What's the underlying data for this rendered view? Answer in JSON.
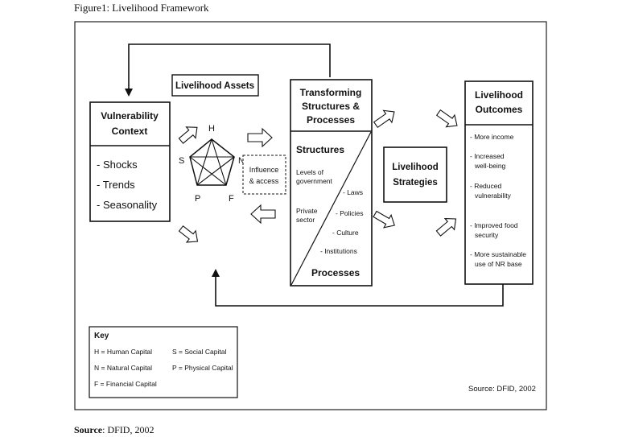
{
  "figure_title": "Figure1: Livelihood Framework",
  "source_caption": {
    "label": "Source",
    "text": ": DFID, 2002"
  },
  "vulnerability": {
    "title_lines": [
      "Vulnerability",
      "Context"
    ],
    "items": [
      "- Shocks",
      "- Trends",
      "- Seasonality"
    ]
  },
  "assets": {
    "title": "Livelihood Assets",
    "labels": {
      "h": "H",
      "n": "N",
      "f": "F",
      "p": "P",
      "s": "S"
    },
    "influence_lines": [
      "Influence",
      "& access"
    ]
  },
  "transforming": {
    "title_lines": [
      "Transforming",
      "Structures &",
      "Processes"
    ],
    "structures_label": "Structures",
    "left_items": [
      [
        "Levels of",
        "government"
      ],
      [
        "Private",
        "sector"
      ]
    ],
    "right_items": [
      "- Laws",
      "- Policies",
      "- Culture",
      "- Institutions"
    ],
    "processes_label": "Processes"
  },
  "strategies": {
    "title_lines": [
      "Livelihood",
      "Strategies"
    ]
  },
  "outcomes": {
    "title_lines": [
      "Livelihood",
      "Outcomes"
    ],
    "items": [
      [
        "- More income"
      ],
      [
        "- Increased",
        "well-being"
      ],
      [
        "- Reduced",
        "vulnerability"
      ],
      [
        "- Improved food",
        "security"
      ],
      [
        "- More sustainable",
        "use of NR base"
      ]
    ]
  },
  "key": {
    "title": "Key",
    "col1": [
      "H = Human Capital",
      "N = Natural Capital",
      "F = Financial Capital"
    ],
    "col2": [
      "S = Social Capital",
      "P = Physical Capital"
    ]
  },
  "inner_source": "Source: DFID, 2002"
}
